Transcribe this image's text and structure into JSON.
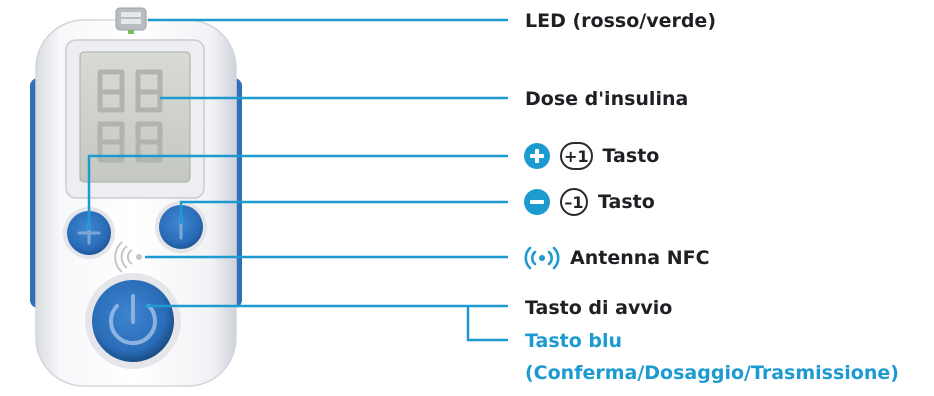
{
  "colors": {
    "accent": "#1d9bd1",
    "button_blue": "#2a6cb8",
    "device_body": "#f3f4f6",
    "lcd_background": "#cfd2cc",
    "text": "#1f2024"
  },
  "callouts": {
    "led": {
      "label": "LED (rosso/verde)"
    },
    "dose": {
      "label": "Dose d'insulina"
    },
    "plus_key": {
      "icon": "plus-circle-icon",
      "badge": "+1",
      "label": "Tasto"
    },
    "minus_key": {
      "icon": "minus-circle-icon",
      "badge": "–1",
      "label": "Tasto"
    },
    "nfc": {
      "icon": "nfc-waves-icon",
      "label": "Antenna NFC"
    },
    "power": {
      "label": "Tasto di avvio",
      "blue_label": "Tasto blu",
      "blue_sublabel": "(Conferma/Dosaggio/Trasmissione)"
    }
  },
  "device": {
    "display_digits": "88",
    "buttons": [
      "plus-button",
      "minus-button",
      "power-button"
    ]
  }
}
